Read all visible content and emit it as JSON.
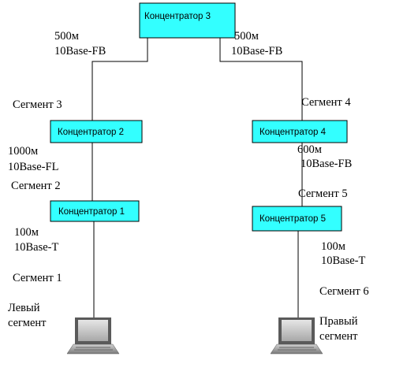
{
  "colors": {
    "hub_fill": "#33ffff",
    "line": "#000000",
    "background": "#ffffff"
  },
  "hubs": {
    "h1": "Концентратор 1",
    "h2": "Концентратор 2",
    "h3": "Концентратор 3",
    "h4": "Концентратор 4",
    "h5": "Концентратор 5"
  },
  "links": {
    "h3_left": {
      "length": "500м",
      "type": "10Base-FB"
    },
    "h3_right": {
      "length": "500м",
      "type": "10Base-FB"
    },
    "h2_h1": {
      "length": "1000м",
      "type": "10Base-FL"
    },
    "h4_h5": {
      "length": "600м",
      "type": "10Base-FB"
    },
    "h1_pc": {
      "length": "100м",
      "type": "10Base-T"
    },
    "h5_pc": {
      "length": "100м",
      "type": "10Base-T"
    }
  },
  "segments": {
    "s1": "Сегмент 1",
    "s2": "Сегмент 2",
    "s3": "Сегмент 3",
    "s4": "Сегмент 4",
    "s5": "Сегмент 5",
    "s6": "Сегмент 6"
  },
  "computers": {
    "left": {
      "line1": "Левый",
      "line2": "сегмент",
      "icon": "laptop-icon"
    },
    "right": {
      "line1": "Правый",
      "line2": "сегмент",
      "icon": "laptop-icon"
    }
  }
}
